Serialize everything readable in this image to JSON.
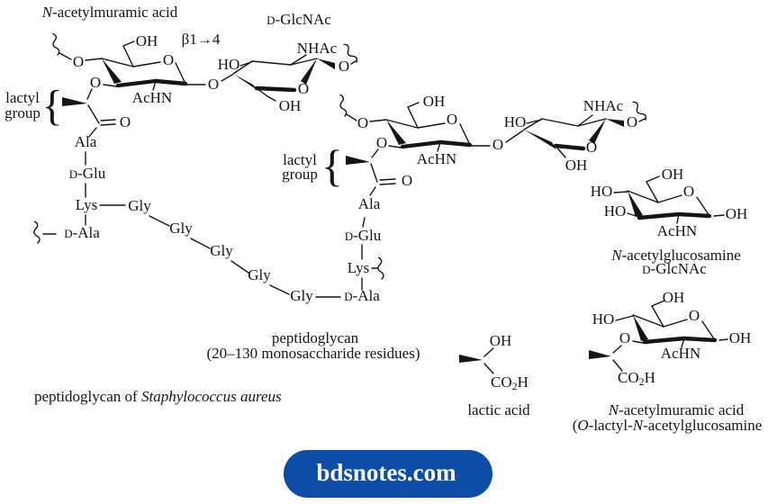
{
  "titles": {
    "murnac_top": {
      "i": "N",
      "rest": "-acetylmuramic acid"
    },
    "glcnac_top": {
      "pre": "D",
      "rest": "-GlcNAc"
    },
    "linkage": "β1→4"
  },
  "atoms": {
    "oh": "OH",
    "ho": "HO",
    "o": "O",
    "achn": "AcHN",
    "nhac": "NHAc"
  },
  "lactyl": {
    "line1": "lactyl",
    "line2": "group",
    "brace": "{"
  },
  "peptide": {
    "ala": "Ala",
    "dglu": {
      "pre": "D",
      "rest": "-Glu"
    },
    "lys": "Lys",
    "dala": {
      "pre": "D",
      "rest": "-Ala"
    },
    "gly": "Gly"
  },
  "formulas": {
    "co2h": {
      "a": "CO",
      "sub": "2",
      "b": "H"
    }
  },
  "captions": {
    "peptidoglycan_line1": "peptidoglycan",
    "peptidoglycan_line2": "(20–130 monosaccharide residues)",
    "pg_of": {
      "normal": "peptidoglycan of ",
      "italic": "Staphylococcus aureus"
    },
    "lactic_acid": "lactic acid",
    "glcnac_caption1": {
      "i": "N",
      "rest": "-acetylglucosamine"
    },
    "glcnac_caption2": {
      "pre": "D",
      "rest": "-GlcNAc"
    },
    "murnac_caption1": {
      "i": "N",
      "rest": "-acetylmuramic acid"
    },
    "murnac_caption2": [
      "(",
      "O",
      "-lactyl-",
      "N",
      "-acetylglucosamine"
    ]
  },
  "badge": {
    "label": "bdsnotes.com",
    "bg": "#0d4da6",
    "fg": "#ffffff"
  }
}
